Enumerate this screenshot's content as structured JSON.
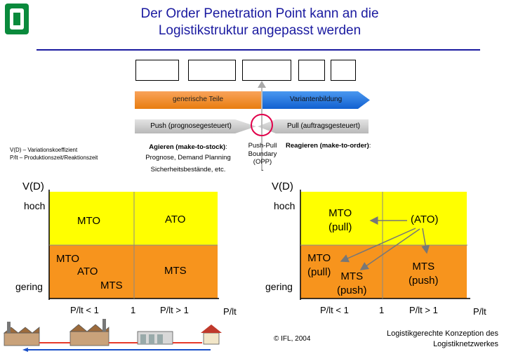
{
  "title": {
    "line1": "Der Order Penetration Point kann an die",
    "line2": "Logistikstruktur angepasst werden"
  },
  "process": {
    "generic_label": "generische Teile",
    "variant_label": "Variantenbildung",
    "push_label": "Push (prognosegesteuert)",
    "pull_label": "Pull (auftragsgesteuert)",
    "agieren_bold": "Agieren (make-to-stock)",
    "agieren_colon": ":",
    "agieren_line2": "Prognose, Demand Planning",
    "agieren_line3": "Sicherheitsbestände, etc.",
    "opp_line1": "Push-Pull",
    "opp_line2": "Boundary",
    "opp_line3": "(OPP)",
    "opp_line4": "-",
    "reagieren_bold": "Reagieren (make-to-order)",
    "reagieren_colon": ":"
  },
  "legend": {
    "line1": "V(D) – Variationskoeffizient",
    "line2": "P/lt   – Produktionszeit/Reaktionszeit"
  },
  "left_matrix": {
    "y_axis": "V(D)",
    "hoch": "hoch",
    "gering": "gering",
    "mto": "MTO",
    "ato": "ATO",
    "lower_mto": "MTO",
    "lower_ato": "ATO",
    "lower_mts": "MTS",
    "mts": "MTS",
    "x_left": "P/lt < 1",
    "x_one": "1",
    "x_right": "P/lt > 1",
    "x_axis": "P/lt"
  },
  "right_matrix": {
    "y_axis": "V(D)",
    "hoch": "hoch",
    "gering": "gering",
    "mto_pull_1": "MTO",
    "mto_pull_2": "(pull)",
    "ato": "(ATO)",
    "low_mto_1": "MTO",
    "low_mto_2": "(pull)",
    "mts_push_1": "MTS",
    "mts_push_2": "(push)",
    "mts_push_r1": "MTS",
    "mts_push_r2": "(push)",
    "x_left": "P/lt < 1",
    "x_one": "1",
    "x_right": "P/lt > 1",
    "x_axis": "P/lt"
  },
  "footer": {
    "copyright": "© IFL, 2004",
    "right_line1": "Logistikgerechte Konzeption des",
    "right_line2": "Logistiknetzwerkes"
  },
  "colors": {
    "yellow": "#ffff00",
    "orange": "#f7941d",
    "blue": "#1a1aa0",
    "arrow_blue": "#1e78e6"
  }
}
